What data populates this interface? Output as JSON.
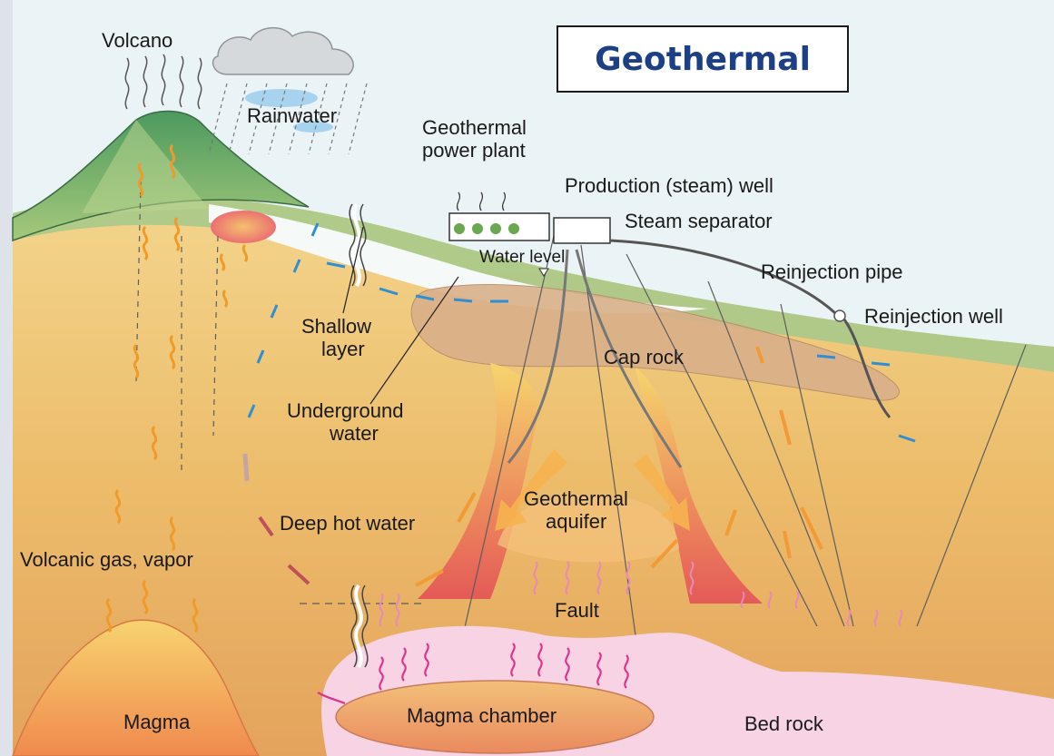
{
  "title": "Geothermal",
  "labels": {
    "volcano": "Volcano",
    "rainwater": "Rainwater",
    "power_plant_line1": "Geothermal",
    "power_plant_line2": "power plant",
    "production_well": "Production (steam) well",
    "steam_separator": "Steam separator",
    "water_level": "Water level",
    "reinjection_pipe": "Reinjection pipe",
    "reinjection_well": "Reinjection well",
    "shallow_layer_line1": "Shallow",
    "shallow_layer_line2": "layer",
    "cap_rock": "Cap rock",
    "underground_water_line1": "Underground",
    "underground_water_line2": "water",
    "geothermal_aquifer_line1": "Geothermal",
    "geothermal_aquifer_line2": "aquifer",
    "deep_hot_water": "Deep hot water",
    "volcanic_gas": "Volcanic gas, vapor",
    "fault": "Fault",
    "magma": "Magma",
    "magma_chamber": "Magma chamber",
    "bed_rock": "Bed rock"
  },
  "colors": {
    "title_text": "#1c3f86",
    "sky": "#eaf3f6",
    "ground": "#eab86a",
    "volcano_green": "#69a870",
    "magma": "#f2b35f",
    "bed_rock": "#f7d3e4",
    "cap_rock": "#d9b08a",
    "aquifer_red": "#e9665d",
    "water_arrow": "#2f8fd1"
  }
}
